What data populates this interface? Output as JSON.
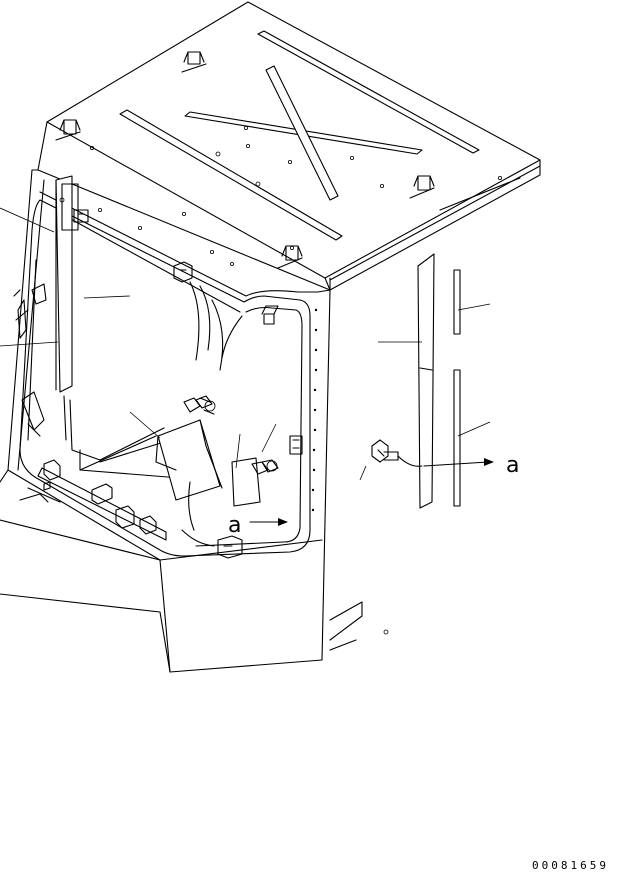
{
  "callouts": {
    "main_view_arrow_label": "a",
    "detail_view_arrow_label": "a"
  },
  "figure_number": "00081659"
}
